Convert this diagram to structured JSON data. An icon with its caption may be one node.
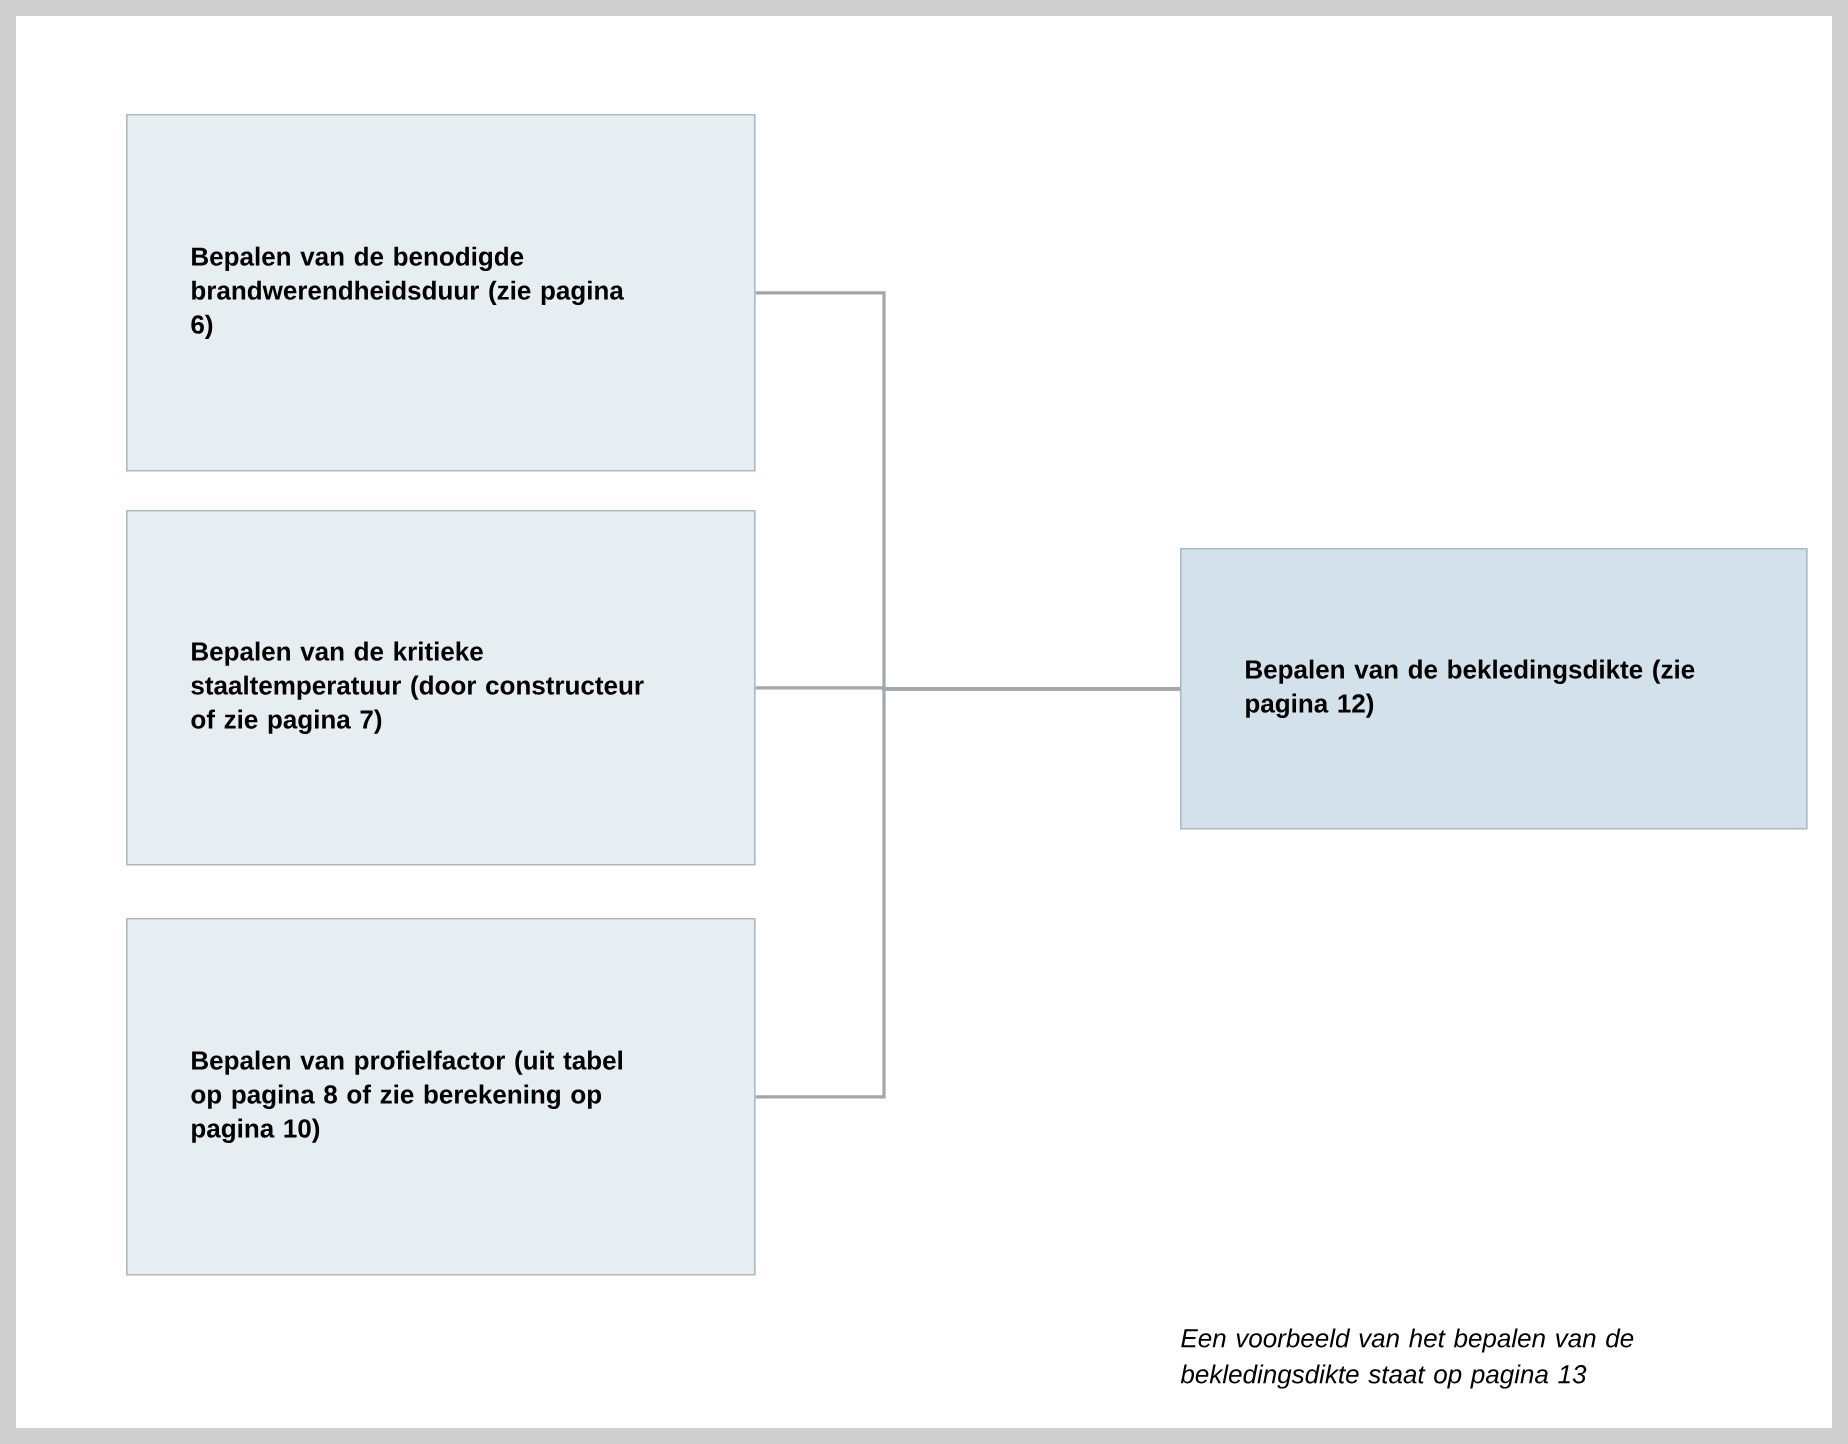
{
  "diagram": {
    "nodes": [
      {
        "text": [
          "Bepalen van de benodigde brandwerendheidsduur (zie pagina 6)"
        ]
      },
      {
        "text": [
          "Bepalen van de kritieke staaltemperatuur (door constructeur of zie pagina 7)"
        ]
      },
      {
        "text": [
          "Bepalen van profielfactor (uit tabel op pagina 8 of zie berekening op pagina 10)"
        ]
      },
      {
        "text": [
          "Bepalen van de bekledingsdikte (zie pagina 12)"
        ]
      }
    ],
    "edges": [
      {
        "from": 0,
        "to": 3,
        "arrow": "none"
      },
      {
        "from": 1,
        "to": 3,
        "arrow": "none"
      },
      {
        "from": 2,
        "to": 3,
        "arrow": "none"
      }
    ],
    "labels": [
      "Een voorbeeld van het bepalen van de bekledingsdikte staat op pagina 13"
    ]
  }
}
